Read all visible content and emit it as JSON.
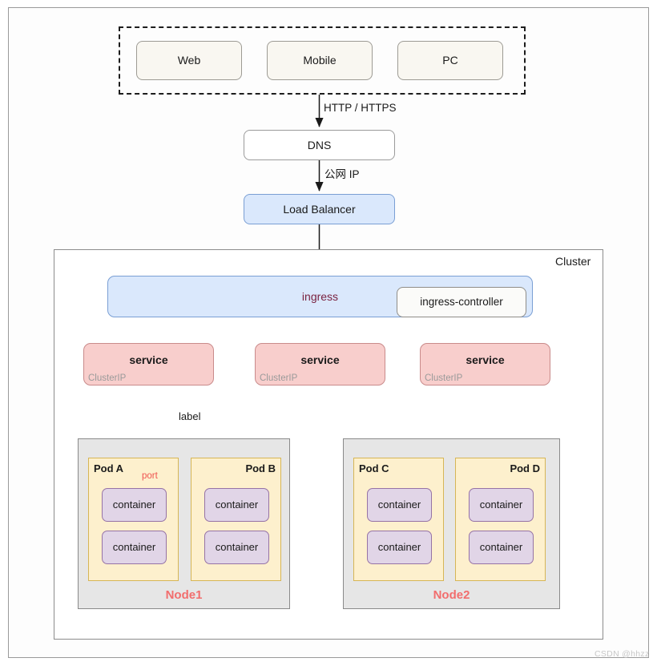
{
  "diagram": {
    "title": "Kubernetes cluster traffic flow architecture",
    "watermark": "CSDN @hhzz"
  },
  "clients": {
    "items": [
      {
        "label": "Web"
      },
      {
        "label": "Mobile"
      },
      {
        "label": "PC"
      }
    ]
  },
  "edges": {
    "http": "HTTP / HTTPS",
    "public_ip": "公网 IP",
    "label": "label",
    "port": "port"
  },
  "dns": {
    "label": "DNS"
  },
  "load_balancer": {
    "label": "Load Balancer"
  },
  "cluster": {
    "label": "Cluster",
    "ingress": {
      "label": "ingress"
    },
    "ingress_controller": {
      "label": "ingress-controller"
    },
    "services": [
      {
        "name": "service",
        "type": "ClusterIP"
      },
      {
        "name": "service",
        "type": "ClusterIP"
      },
      {
        "name": "service",
        "type": "ClusterIP"
      }
    ],
    "nodes": [
      {
        "name": "Node1",
        "pods": [
          {
            "name": "Pod A",
            "align": "left",
            "containers": [
              "container",
              "container"
            ]
          },
          {
            "name": "Pod B",
            "align": "right",
            "containers": [
              "container",
              "container"
            ]
          }
        ]
      },
      {
        "name": "Node2",
        "pods": [
          {
            "name": "Pod C",
            "align": "left",
            "containers": [
              "container",
              "container"
            ]
          },
          {
            "name": "Pod D",
            "align": "right",
            "containers": [
              "container",
              "container"
            ]
          }
        ]
      }
    ]
  },
  "colors": {
    "client_fill": "#f9f7f1",
    "lb_fill": "#dae8fc",
    "ingress_fill": "#dae8fc",
    "ingress_text": "#7a2240",
    "service_fill": "#f8cecc",
    "pod_fill": "#fdf0cd",
    "container_fill": "#e1d5e7",
    "node_fill": "#e6e6e6",
    "node_text": "#f26d6d",
    "port_text": "#ef5350"
  }
}
